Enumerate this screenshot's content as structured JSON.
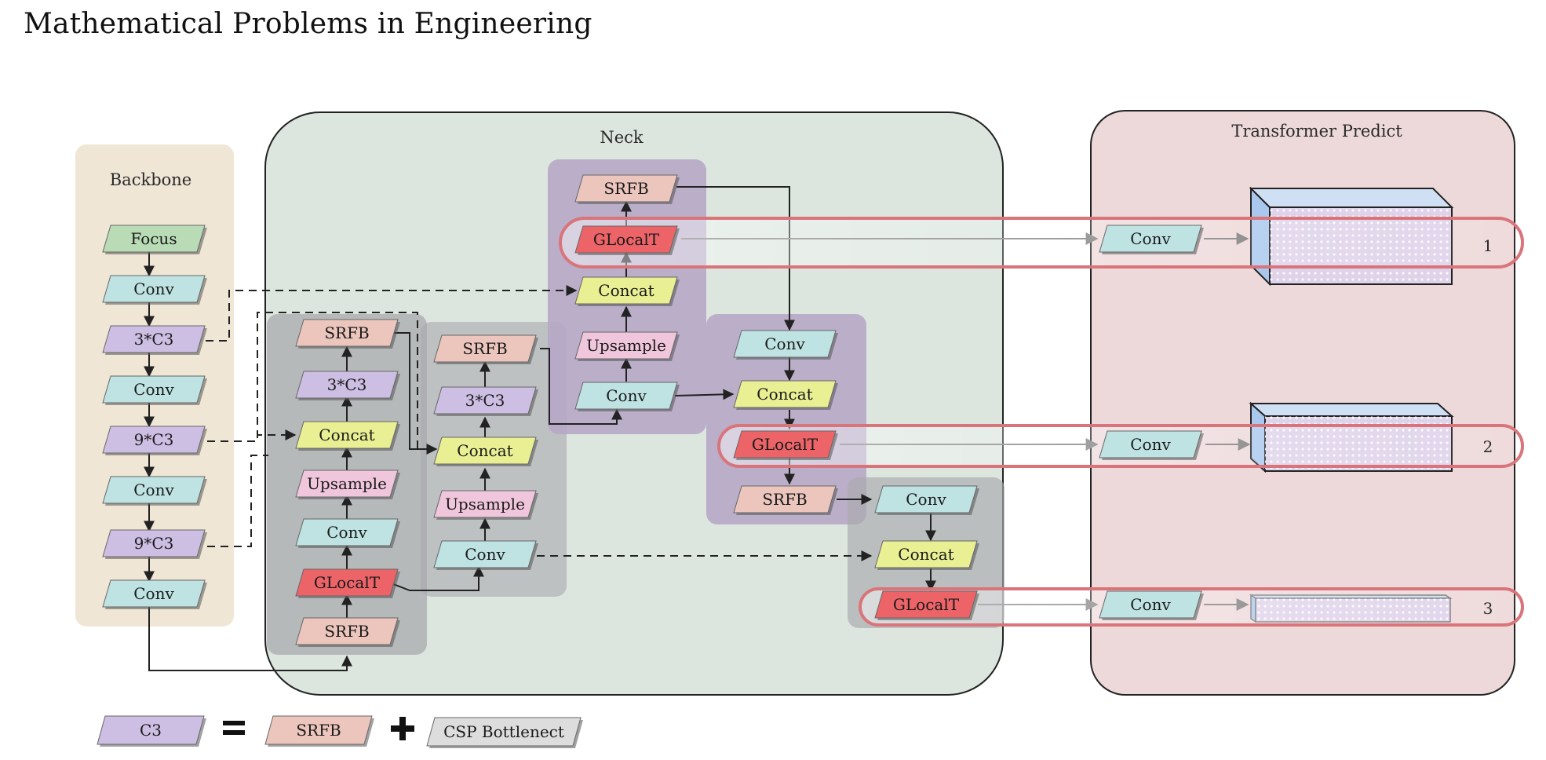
{
  "header": {
    "title": "Mathematical Problems in Engineering"
  },
  "panels": {
    "backbone": "Backbone",
    "neck": "Neck",
    "predict": "Transformer Predict"
  },
  "colors": {
    "backbone_bg": "#efe6d6",
    "neck_bg": "#dce6df",
    "predict_bg": "#eed9da",
    "group_gray": "#a9a9ae",
    "group_purple": "#b6a7c6",
    "highlight": "#d9757a",
    "focus": "#b9dcb6",
    "conv": "#bfe3e3",
    "c3": "#cdbfe3",
    "srfb": "#ecc6bd",
    "concat": "#e9ef93",
    "upsample": "#f0c6dc",
    "glocalt": "#ec6468",
    "feature_front": "#dfd3ea",
    "feature_top": "#cfe0f5",
    "feature_side": "#aac8ee"
  },
  "backbone_nodes": [
    "Focus",
    "Conv",
    "3*C3",
    "Conv",
    "9*C3",
    "Conv",
    "9*C3",
    "Conv"
  ],
  "neck_col1": [
    "SRFB",
    "3*C3",
    "Concat",
    "Upsample",
    "Conv",
    "GLocalT",
    "SRFB"
  ],
  "neck_col2": [
    "SRFB",
    "3*C3",
    "Concat",
    "Upsample",
    "Conv"
  ],
  "neck_col3": [
    "SRFB",
    "GLocalT",
    "Concat",
    "Upsample",
    "Conv"
  ],
  "neck_col4": [
    "Conv",
    "Concat",
    "GLocalT",
    "SRFB"
  ],
  "neck_col5": [
    "Conv",
    "Concat",
    "GLocalT"
  ],
  "predict_nodes": [
    "Conv",
    "Conv",
    "Conv"
  ],
  "prediction_rows": [
    "1",
    "2",
    "3"
  ],
  "legend": {
    "c3": "C3",
    "equals": "=",
    "srfb": "SRFB",
    "plus": "+",
    "csp": "CSP Bottlenect"
  }
}
